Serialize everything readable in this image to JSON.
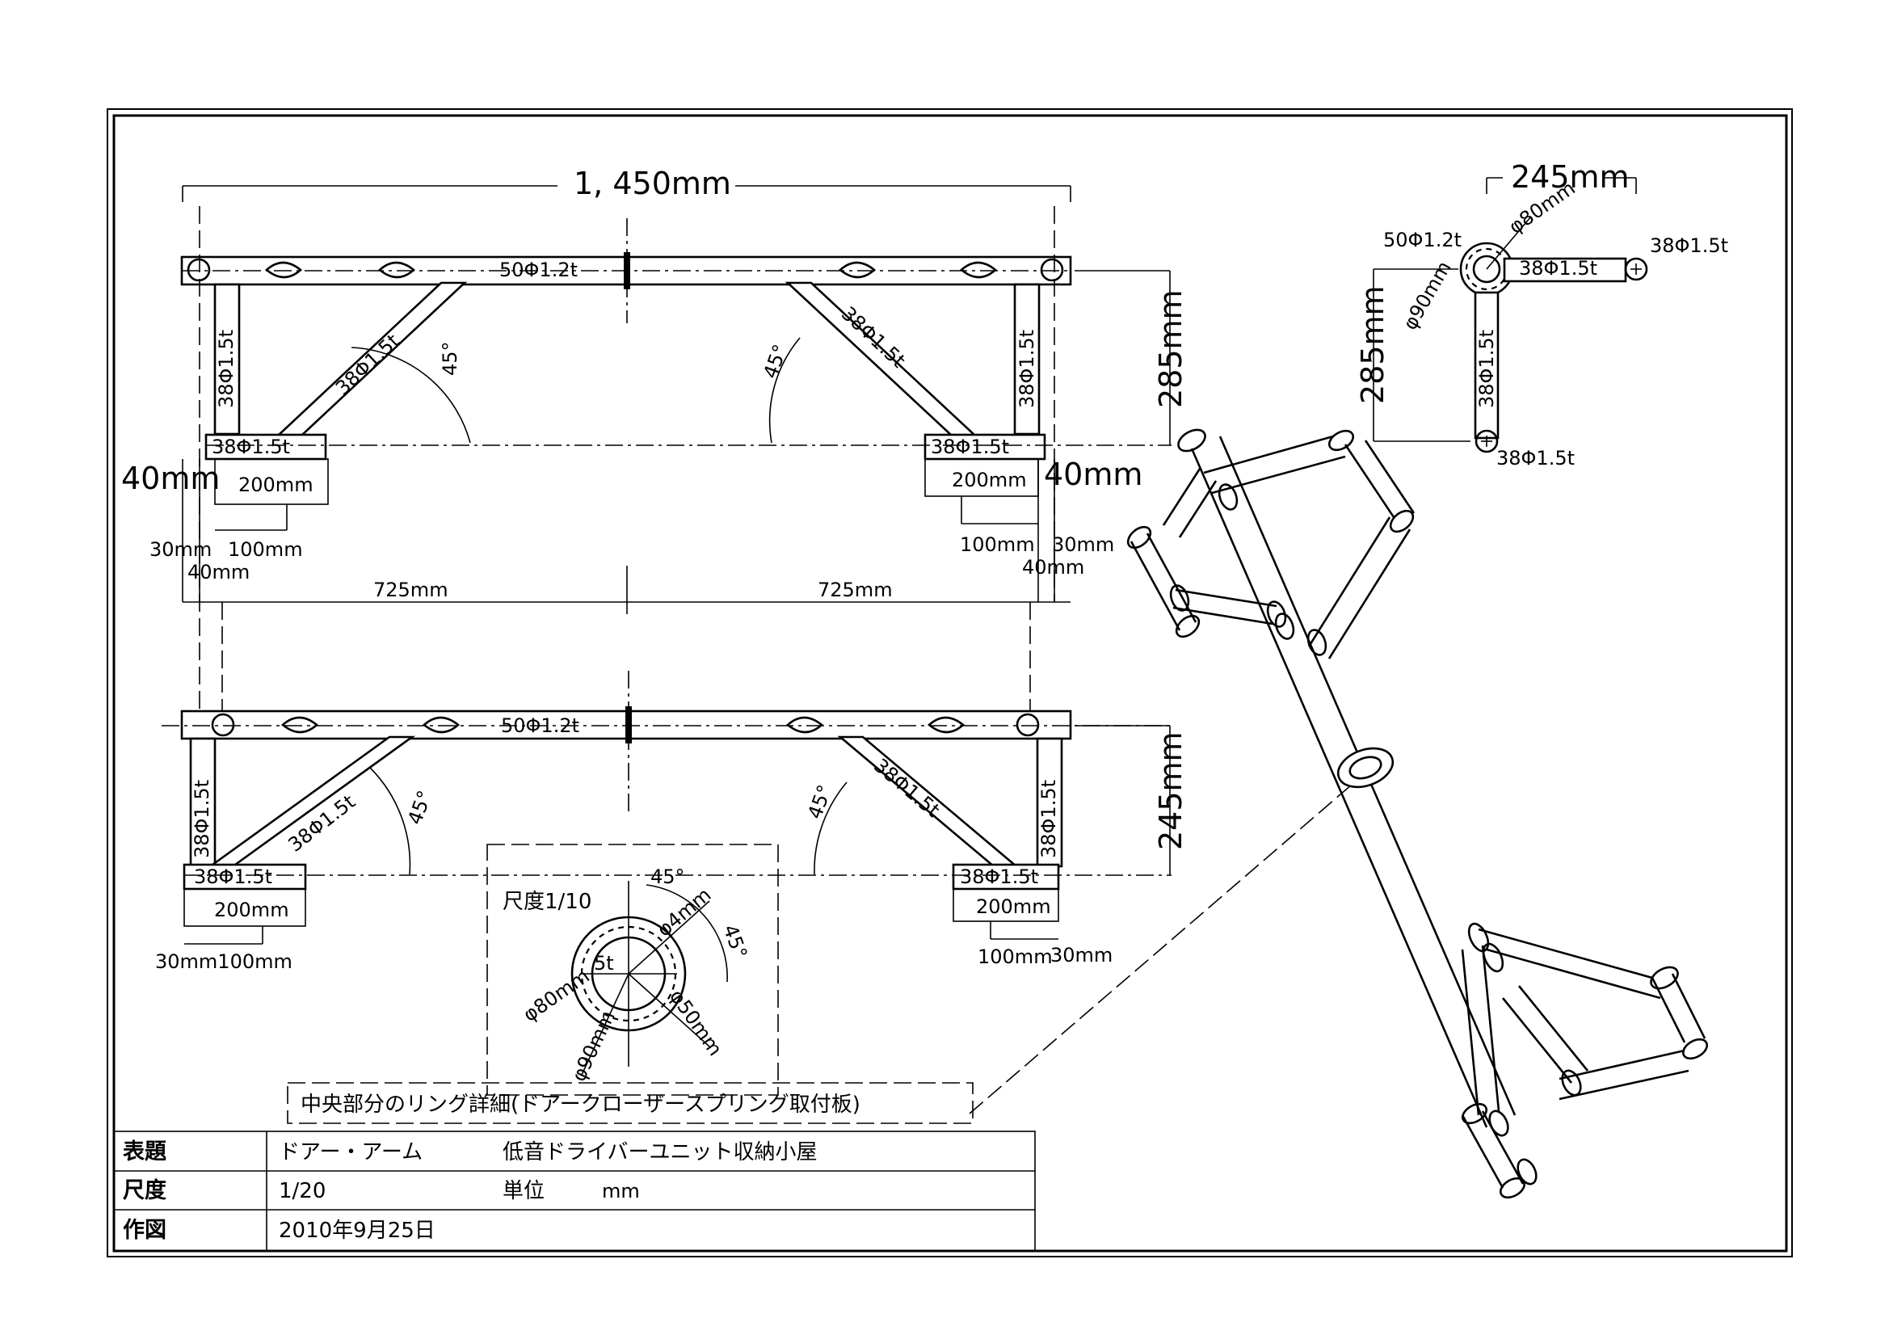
{
  "top_view": {
    "width": "1, 450mm",
    "main_tube": "50Φ1.2t",
    "left_post": "38Φ1.5t",
    "left_brace": "38Φ1.5t",
    "left_foot": "38Φ1.5t",
    "right_post": "38Φ1.5t",
    "right_brace": "38Φ1.5t",
    "right_foot": "38Φ1.5t",
    "angle_left": "45°",
    "angle_right": "45°",
    "height": "285mm",
    "left_40": "40mm",
    "right_40": "40mm",
    "left_200": "200mm",
    "right_200": "200mm",
    "left_30": "30mm",
    "left_100": "100mm",
    "right_100": "100mm",
    "right_30": "30mm",
    "left_40_small": "40mm",
    "right_40_small": "40mm",
    "half_left": "725mm",
    "half_right": "725mm"
  },
  "lower_view": {
    "main_tube": "50Φ1.2t",
    "left_post": "38Φ1.5t",
    "left_brace": "38Φ1.5t",
    "left_foot": "38Φ1.5t",
    "right_post": "38Φ1.5t",
    "right_brace": "38Φ1.5t",
    "right_foot": "38Φ1.5t",
    "angle_left": "45°",
    "angle_right": "45°",
    "height": "245mm",
    "left_200": "200mm",
    "right_200": "200mm",
    "left_30_100": "30mm100mm",
    "right_100": "100mm",
    "right_30": "30mm"
  },
  "side_view": {
    "width": "245mm",
    "height": "285mm",
    "main_tube": "50Φ1.2t",
    "ring_outer": "φ90mm",
    "ring_inner": "φ80mm",
    "horizontal_tube": "38Φ1.5t",
    "end_tube": "38Φ1.5t",
    "vertical_tube": "38Φ1.5t",
    "bottom_tube": "38Φ1.5t"
  },
  "ring_detail": {
    "scale": "尺度1/10",
    "angle_top": "45°",
    "angle_right": "45°",
    "hole": "φ4mm",
    "thickness": "5t",
    "inner": "φ80mm",
    "outer": "φ90mm",
    "tube": "φ50mm",
    "caption": "中央部分のリング詳細(ドアークローザースプリング取付板)"
  },
  "title_block": {
    "rows": [
      {
        "label": "表題",
        "value": "ドアー・アーム",
        "value2": "低音ドライバーユニット収納小屋"
      },
      {
        "label": "尺度",
        "value": "1/20",
        "value2": "単位",
        "value3": "mm"
      },
      {
        "label": "作図",
        "value": "2010年9月25日"
      }
    ]
  }
}
